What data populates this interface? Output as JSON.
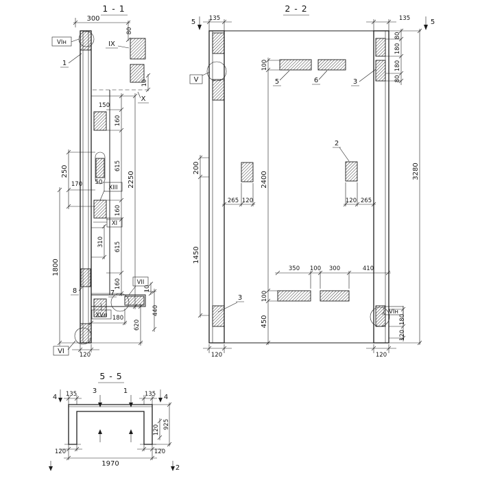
{
  "sections": {
    "s11": {
      "title": "1 - 1",
      "dims": {
        "d300": "300",
        "d80": "80",
        "d10_top": "10",
        "d150": "150",
        "d160_a": "160",
        "d615_a": "615",
        "d160_b": "160",
        "d615_b": "615",
        "d160_c": "160",
        "d2250": "2250",
        "d250": "250",
        "d170": "170",
        "d1800": "1800",
        "d50": "50",
        "d310": "310",
        "d10_vii": "10",
        "d180": "180",
        "d440": "440",
        "d620": "620",
        "d120": "120"
      },
      "labels": {
        "vin_top": "VIн",
        "ix": "IX",
        "pos1": "1",
        "x": "X",
        "xiii": "XIII",
        "xi": "XI",
        "vii": "VII",
        "pos8": "8",
        "pos7": "7",
        "xvn": "XVн",
        "vi": "VI"
      }
    },
    "s22": {
      "title": "2 - 2",
      "dims": {
        "cut5_left": "5",
        "d135_left": "135",
        "d135_right": "135",
        "cut5_right": "5",
        "d80_a": "80",
        "d180_a": "180",
        "d180_b": "180",
        "d80_b": "80",
        "d3280": "3280",
        "d100_top": "100",
        "d200": "200",
        "d2400": "2400",
        "d1450": "1450",
        "d265_left": "265",
        "d120_left": "120",
        "d120_right": "120",
        "d265_right": "265",
        "d350": "350",
        "d100_mid": "100",
        "d300": "300",
        "d410": "410",
        "d100_low": "100",
        "d450": "450",
        "d180_br": "180",
        "d120_br": "120",
        "d120_bottom_left": "120",
        "d120_bottom_right": "120"
      },
      "labels": {
        "pos5": "5",
        "pos6": "6",
        "pos3_top": "3",
        "v": "V",
        "pos2": "2",
        "pos3_low": "3",
        "vin_bottom": "VIн"
      }
    },
    "s55": {
      "title": "5 - 5",
      "dims": {
        "cut4_left": "4",
        "d135_left": "135",
        "cut3": "3",
        "cut1": "1",
        "d135_right": "135",
        "cut4_right": "4",
        "d120_side": "120",
        "d925": "925",
        "d120_bottom_left": "120",
        "d1970": "1970",
        "d120_bottom_right": "120",
        "cut2": "2"
      }
    }
  }
}
